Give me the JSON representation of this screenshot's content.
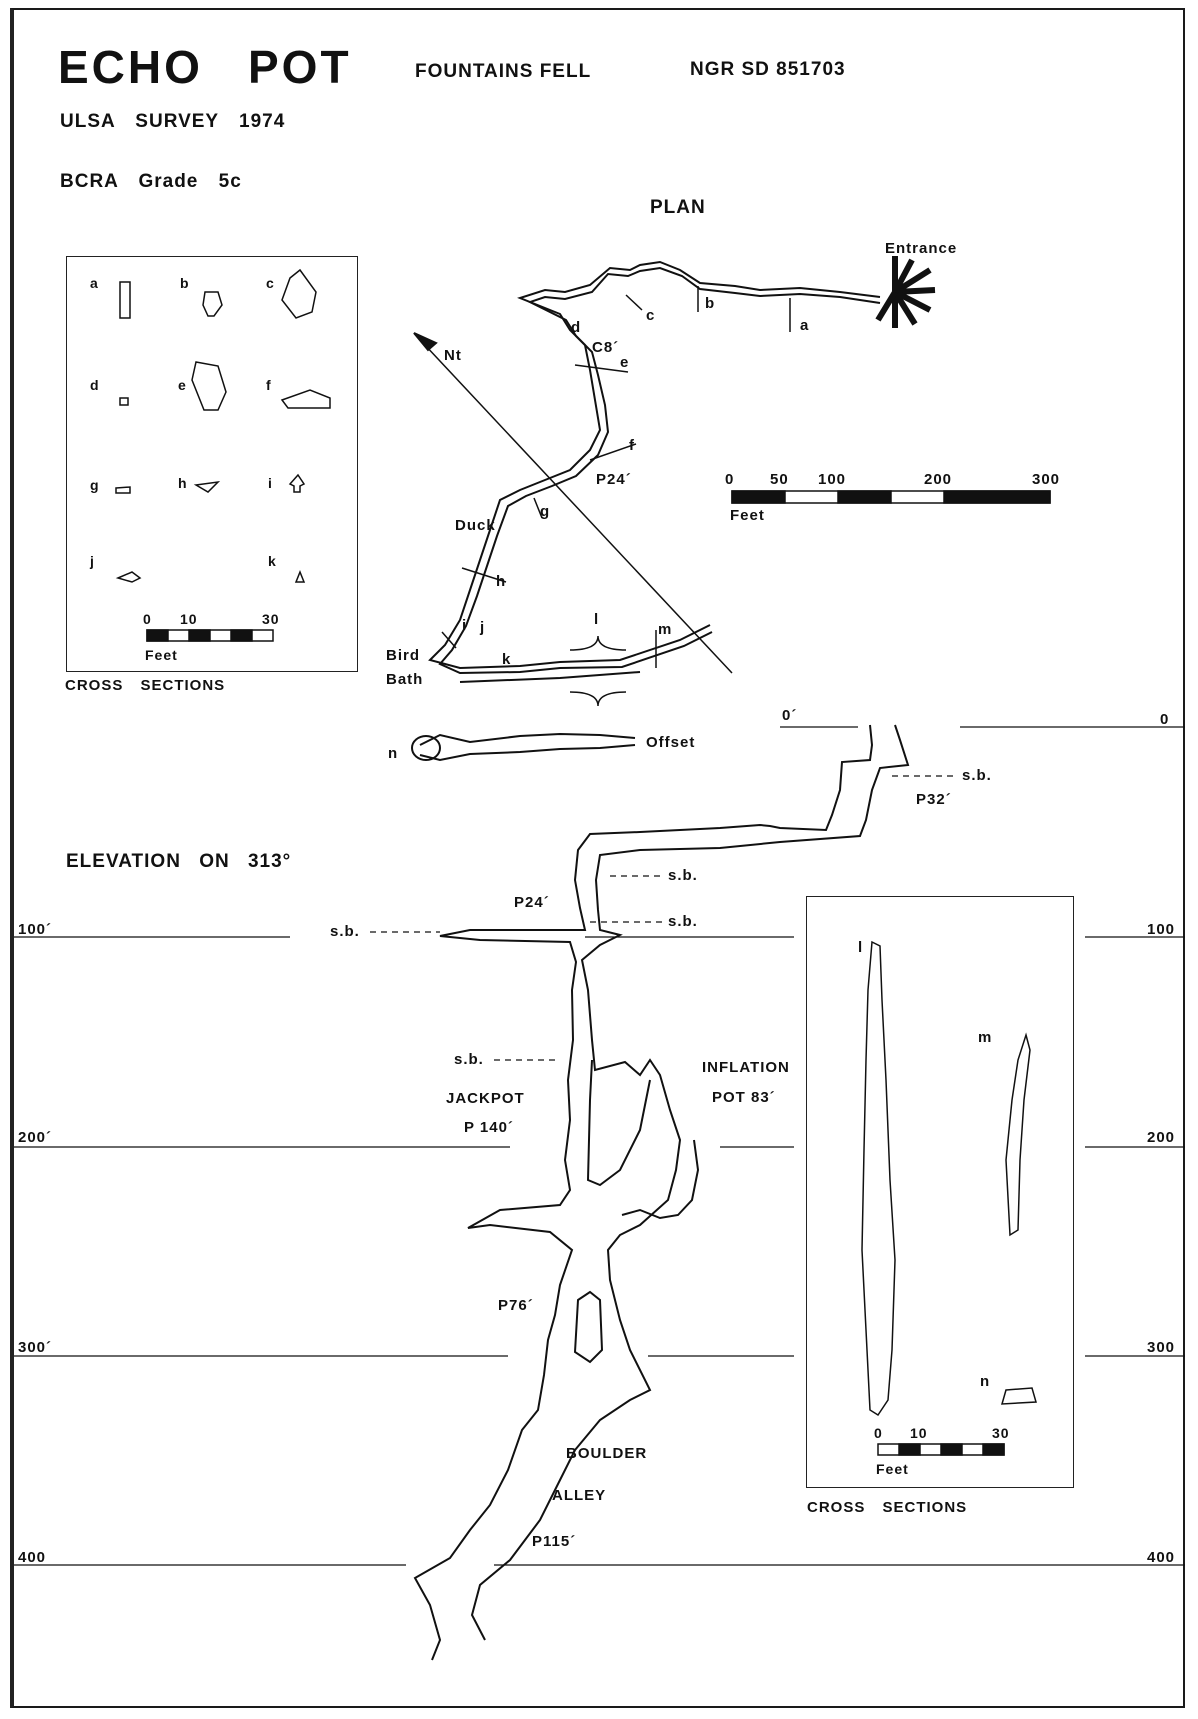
{
  "header": {
    "title_left": "ECHO",
    "title_right": "POT",
    "location": "FOUNTAINS FELL",
    "ngr": "NGR SD 851703",
    "survey": "ULSA SURVEY 1974",
    "grade": "BCRA Grade 5c"
  },
  "plan": {
    "title": "PLAN",
    "entrance": "Entrance",
    "north": "Nt",
    "labels": {
      "c8": "C8´",
      "p24": "P24´",
      "duck": "Duck",
      "bird": "Bird",
      "bath": "Bath",
      "offset": "Offset",
      "a": "a",
      "b": "b",
      "c": "c",
      "d": "d",
      "e": "e",
      "f": "f",
      "g": "g",
      "h": "h",
      "i": "i",
      "j": "j",
      "k": "k",
      "l": "l",
      "m": "m",
      "n": "n"
    },
    "scale": {
      "ticks": [
        "0",
        "50",
        "100",
        "200",
        "300"
      ],
      "unit": "Feet"
    }
  },
  "cross_sections_left": {
    "caption": "CROSS SECTIONS",
    "letters": [
      "a",
      "b",
      "c",
      "d",
      "e",
      "f",
      "g",
      "h",
      "i",
      "j",
      "k"
    ],
    "scale": {
      "ticks": [
        "0",
        "10",
        "30"
      ],
      "unit": "Feet"
    }
  },
  "elevation": {
    "title": "ELEVATION ON 313°",
    "depth_left": [
      "100´",
      "200´",
      "300´",
      "400"
    ],
    "depth_right": [
      "0",
      "100",
      "200",
      "300",
      "400"
    ],
    "zero_mark": "0´",
    "labels": {
      "p32": "P32´",
      "p24": "P24´",
      "sb": "s.b.",
      "jackpot": "JACKPOT",
      "p140": "P 140´",
      "inflation": "INFLATION",
      "pot83": "POT 83´",
      "p76": "P76´",
      "boulder": "BOULDER",
      "alley": "ALLEY",
      "p115": "P115´"
    }
  },
  "cross_sections_right": {
    "caption": "CROSS SECTIONS",
    "letters": [
      "l",
      "m",
      "n"
    ],
    "scale": {
      "ticks": [
        "0",
        "10",
        "30"
      ],
      "unit": "Feet"
    }
  }
}
